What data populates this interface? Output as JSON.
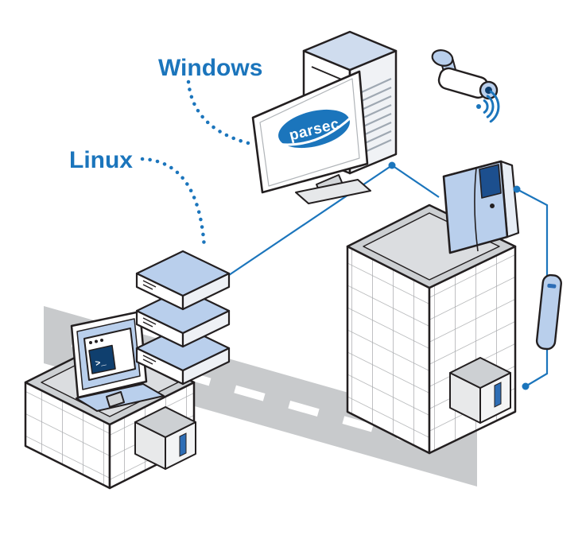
{
  "labels": {
    "windows": "Windows",
    "linux": "Linux"
  },
  "desktop": {
    "logo_text": "parsec"
  },
  "terminal": {
    "prompt": ">_"
  },
  "colors": {
    "accent_blue": "#1b75bc",
    "device_blue": "#b9cfec",
    "outline_dark": "#231f20",
    "road_grey": "#c8cacc",
    "roof_grey": "#cdd0d3",
    "roof_inner_grey": "#dbdde0",
    "window_grid_grey": "#a7a9ac",
    "screen_navy": "#0f3f6e",
    "door_blue": "#2d6db5"
  },
  "icons": {
    "camera": "cctv-camera-icon",
    "signal": "wireless-signal-icon",
    "servers": "server-stack-icon",
    "pc": "desktop-computer-icon",
    "controller": "access-controller-icon",
    "reader": "card-reader-icon",
    "terminal": "terminal-window-icon"
  }
}
